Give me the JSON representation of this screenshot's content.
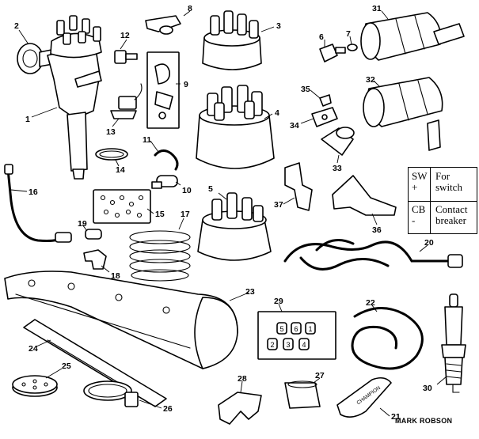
{
  "diagram": {
    "callouts": [
      {
        "id": "1",
        "label": "1"
      },
      {
        "id": "2",
        "label": "2"
      },
      {
        "id": "3",
        "label": "3"
      },
      {
        "id": "4",
        "label": "4"
      },
      {
        "id": "5",
        "label": "5"
      },
      {
        "id": "6",
        "label": "6"
      },
      {
        "id": "7",
        "label": "7"
      },
      {
        "id": "8",
        "label": "8"
      },
      {
        "id": "9",
        "label": "9"
      },
      {
        "id": "10",
        "label": "10"
      },
      {
        "id": "11",
        "label": "11"
      },
      {
        "id": "12",
        "label": "12"
      },
      {
        "id": "13",
        "label": "13"
      },
      {
        "id": "14",
        "label": "14"
      },
      {
        "id": "15",
        "label": "15"
      },
      {
        "id": "16",
        "label": "16"
      },
      {
        "id": "17",
        "label": "17"
      },
      {
        "id": "18",
        "label": "18"
      },
      {
        "id": "19",
        "label": "19"
      },
      {
        "id": "20",
        "label": "20"
      },
      {
        "id": "21",
        "label": "21"
      },
      {
        "id": "22",
        "label": "22"
      },
      {
        "id": "23",
        "label": "23"
      },
      {
        "id": "24",
        "label": "24"
      },
      {
        "id": "25",
        "label": "25"
      },
      {
        "id": "26",
        "label": "26"
      },
      {
        "id": "27",
        "label": "27"
      },
      {
        "id": "28",
        "label": "28"
      },
      {
        "id": "29",
        "label": "29"
      },
      {
        "id": "30",
        "label": "30"
      },
      {
        "id": "31",
        "label": "31"
      },
      {
        "id": "32",
        "label": "32"
      },
      {
        "id": "33",
        "label": "33"
      },
      {
        "id": "34",
        "label": "34"
      },
      {
        "id": "35",
        "label": "35"
      },
      {
        "id": "36",
        "label": "36"
      },
      {
        "id": "37",
        "label": "37"
      }
    ],
    "lead_markers": [
      "5",
      "6",
      "1",
      "2",
      "3",
      "4"
    ],
    "boot_brand": "CHAMPION"
  },
  "legend": {
    "rows": [
      {
        "code_line1": "SW",
        "code_line2": "+",
        "desc_line1": "For",
        "desc_line2": "switch"
      },
      {
        "code_line1": "CB",
        "code_line2": "-",
        "desc_line1": "Contact",
        "desc_line2": "breaker"
      }
    ]
  },
  "credit": "MARK ROBSON"
}
